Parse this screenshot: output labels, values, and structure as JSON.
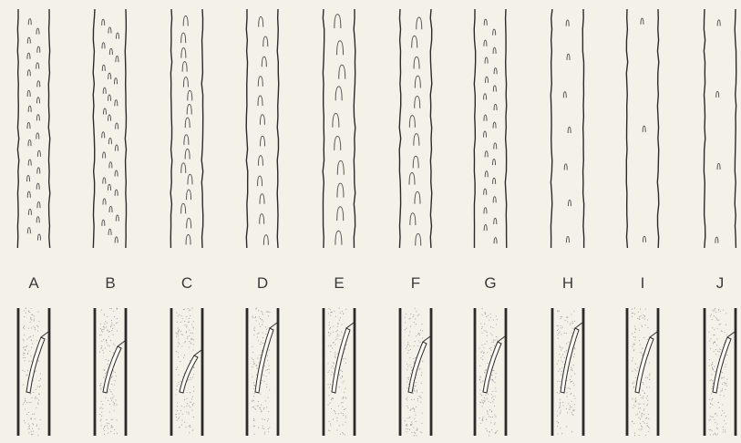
{
  "figure": {
    "labels": [
      "A",
      "B",
      "C",
      "D",
      "E",
      "F",
      "G",
      "H",
      "I",
      "J"
    ],
    "colors": {
      "background": "#f3f1e8",
      "ink": "#2b2b2b",
      "light_ink": "#555555",
      "stipple": "#9a9a9a"
    }
  }
}
